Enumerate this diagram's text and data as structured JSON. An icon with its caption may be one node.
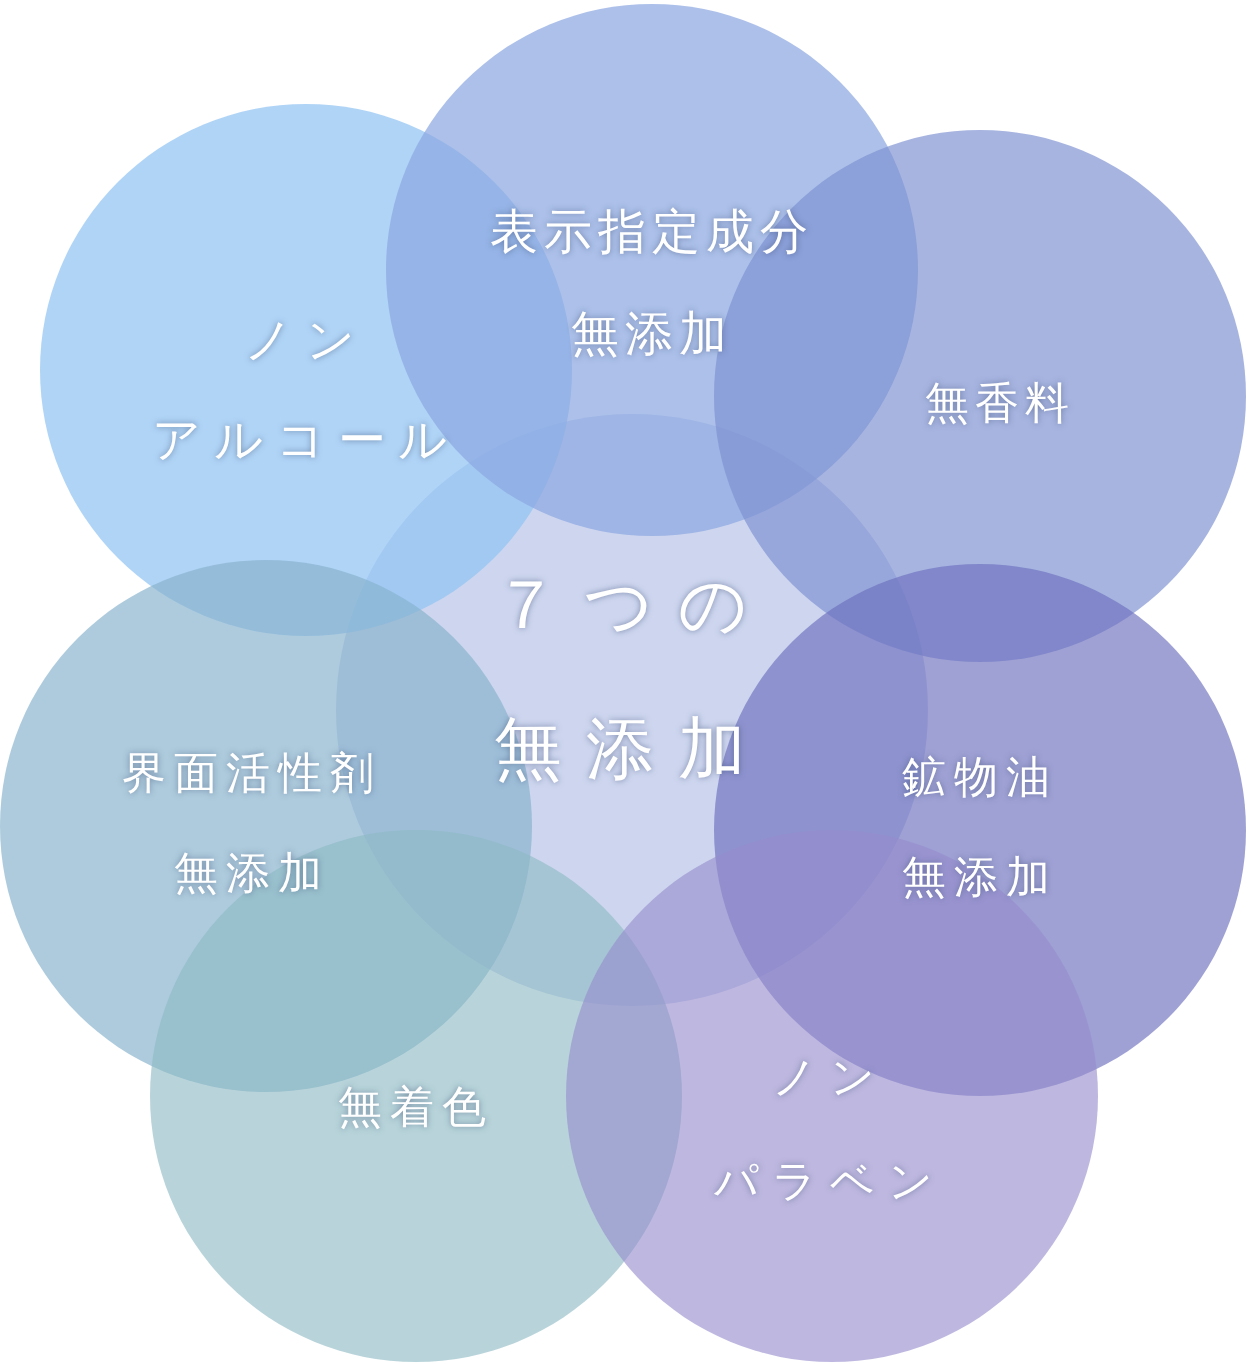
{
  "diagram": {
    "nodes": [
      {
        "text": [
          "表示指定成分無添加"
        ]
      },
      {
        "text": [
          "ノンアルコール"
        ]
      },
      {
        "text": [
          "無香料"
        ]
      },
      {
        "text": [
          "７つの無添加"
        ]
      },
      {
        "text": [
          "界面活性剤無添加"
        ]
      },
      {
        "text": [
          "鉱物油無添加"
        ]
      },
      {
        "text": [
          "無着色"
        ]
      },
      {
        "text": [
          "ノンパラベン"
        ]
      }
    ]
  }
}
